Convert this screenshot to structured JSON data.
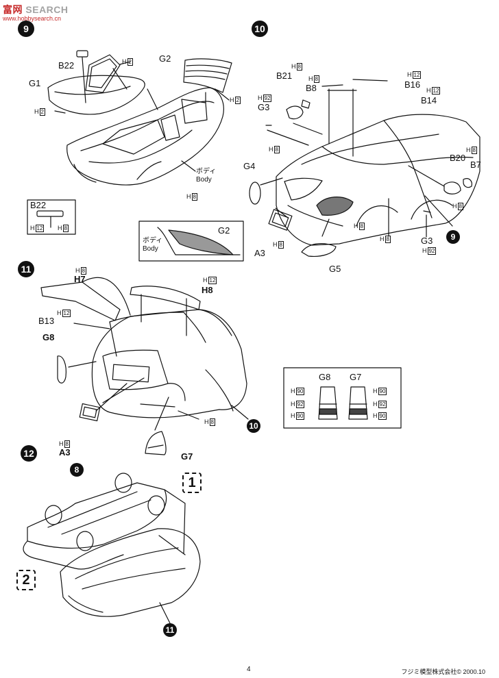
{
  "watermark": {
    "site_a": "富",
    "site_b": "网",
    "site_text": "SEARCH",
    "url": "www.hobbysearch.cn"
  },
  "steps": {
    "s9": "9",
    "s10": "10",
    "s11": "11",
    "s12": "12",
    "ref9": "9",
    "ref10": "10",
    "ref11": "11",
    "ref8": "8",
    "d1": "1",
    "d2": "2"
  },
  "parts": {
    "b22": "B22",
    "g1": "G1",
    "g2": "G2",
    "b21": "B21",
    "b8": "B8",
    "b16": "B16",
    "b14": "B14",
    "g3": "G3",
    "g4": "G4",
    "b20": "B20",
    "b7": "B7",
    "a3": "A3",
    "g5": "G5",
    "g3b": "G3",
    "h7": "H7",
    "h8": "H8",
    "b13": "B13",
    "g8": "G8",
    "g7": "G7",
    "a3b": "A3",
    "g8t": "G8",
    "g7t": "G7",
    "b22d": "B22",
    "g2d": "G2"
  },
  "labels": {
    "body_jp": "ボディ",
    "body_en": "Body",
    "body_jp2": "ボディ",
    "body_en2": "Body"
  },
  "h": {
    "H": "H",
    "n2": "2",
    "n8": "8",
    "n12": "12",
    "n92": "92",
    "n90": "90"
  },
  "footer": {
    "page": "4",
    "company": "フジミ模型株式会社©  2000.10"
  }
}
